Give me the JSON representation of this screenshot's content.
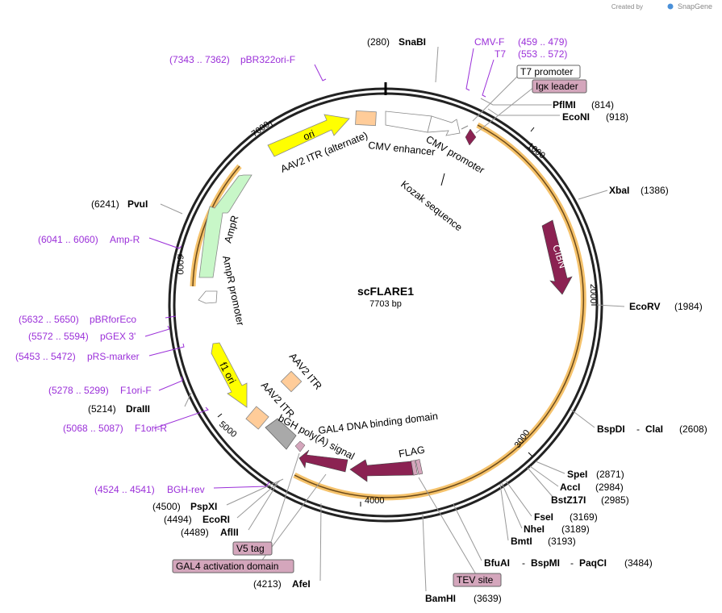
{
  "brand": {
    "created_by": "Created by",
    "name": "SnapGene"
  },
  "plasmid": {
    "name": "scFLARE1",
    "size": "7703 bp"
  },
  "ticks": [
    "1000",
    "2000",
    "3000",
    "4000",
    "5000",
    "6000",
    "7000"
  ],
  "sites_black": [
    {
      "id": "snabi",
      "name": "SnaBI",
      "pos": "(280)"
    },
    {
      "id": "pflmi",
      "name": "PflMI",
      "pos": "(814)"
    },
    {
      "id": "econi",
      "name": "EcoNI",
      "pos": "(918)"
    },
    {
      "id": "xbai",
      "name": "XbaI",
      "pos": "(1386)"
    },
    {
      "id": "ecorv",
      "name": "EcoRV",
      "pos": "(1984)"
    },
    {
      "id": "bspdi",
      "name": "BspDI",
      "name2": "ClaI",
      "pos": "(2608)"
    },
    {
      "id": "spei",
      "name": "SpeI",
      "pos": "(2871)"
    },
    {
      "id": "acci",
      "name": "AccI",
      "pos": "(2984)"
    },
    {
      "id": "bstz17i",
      "name": "BstZ17I",
      "pos": "(2985)"
    },
    {
      "id": "fsei",
      "name": "FseI",
      "pos": "(3169)"
    },
    {
      "id": "nhei",
      "name": "NheI",
      "pos": "(3189)"
    },
    {
      "id": "bmti",
      "name": "BmtI",
      "pos": "(3193)"
    },
    {
      "id": "bfuai",
      "name": "BfuAI",
      "name2": "BspMI",
      "name3": "PaqCI",
      "pos": "(3484)"
    },
    {
      "id": "bamhi",
      "name": "BamHI",
      "pos": "(3639)"
    },
    {
      "id": "afei",
      "name": "AfeI",
      "pos": "(4213)"
    },
    {
      "id": "pspxi",
      "name": "PspXI",
      "pos": "(4500)"
    },
    {
      "id": "ecori",
      "name": "EcoRI",
      "pos": "(4494)"
    },
    {
      "id": "aflii",
      "name": "AflII",
      "pos": "(4489)"
    },
    {
      "id": "draiii",
      "name": "DraIII",
      "pos": "(5214)"
    },
    {
      "id": "pvui",
      "name": "PvuI",
      "pos": "(6241)"
    }
  ],
  "primers": [
    {
      "id": "cmvf",
      "name": "CMV-F",
      "pos": "(459 .. 479)"
    },
    {
      "id": "t7",
      "name": "T7",
      "pos": "(553 .. 572)"
    },
    {
      "id": "pbr322",
      "name": "pBR322ori-F",
      "pos": "(7343 .. 7362)"
    },
    {
      "id": "ampr",
      "name": "Amp-R",
      "pos": "(6041 .. 6060)"
    },
    {
      "id": "pbrforeco",
      "name": "pBRforEco",
      "pos": "(5632 .. 5650)"
    },
    {
      "id": "pgex",
      "name": "pGEX 3'",
      "pos": "(5572 .. 5594)"
    },
    {
      "id": "prs",
      "name": "pRS-marker",
      "pos": "(5453 .. 5472)"
    },
    {
      "id": "f1orif",
      "name": "F1ori-F",
      "pos": "(5278 .. 5299)"
    },
    {
      "id": "f1orir",
      "name": "F1ori-R",
      "pos": "(5068 .. 5087)"
    },
    {
      "id": "bgh",
      "name": "BGH-rev",
      "pos": "(4524 .. 4541)"
    }
  ],
  "boxed_labels": {
    "t7_promoter": "T7 promoter",
    "igk_leader": "Igκ leader",
    "v5_tag": "V5 tag",
    "gal4_ad": "GAL4 activation domain",
    "tev_site": "TEV site"
  },
  "features": {
    "ori": "ori",
    "aav2_itr_alt": "AAV2 ITR (alternate)",
    "cmv_enhancer": "CMV enhancer",
    "cmv_promoter": "CMV promoter",
    "kozak": "Kozak sequence",
    "cibn": "CIBN",
    "ampr": "AmpR",
    "ampr_promoter": "AmpR promoter",
    "f1_ori": "f1 ori",
    "aav2_itr_1": "AAV2 ITR",
    "aav2_itr_2": "AAV2 ITR",
    "bgh_polya": "bGH poly(A) signal",
    "gal4_dbd": "GAL4 DNA binding domain",
    "flag": "FLAG"
  },
  "colors": {
    "backbone": "#222222",
    "primer": "#9b30d9",
    "ori": "#ffff00",
    "ampr": "#c8f7c8",
    "itr": "#ffcc99",
    "cds": "#8b2252",
    "tag": "#d4a6bc",
    "orange_band": "#f5c26b",
    "bgh": "#a9a9a9"
  }
}
